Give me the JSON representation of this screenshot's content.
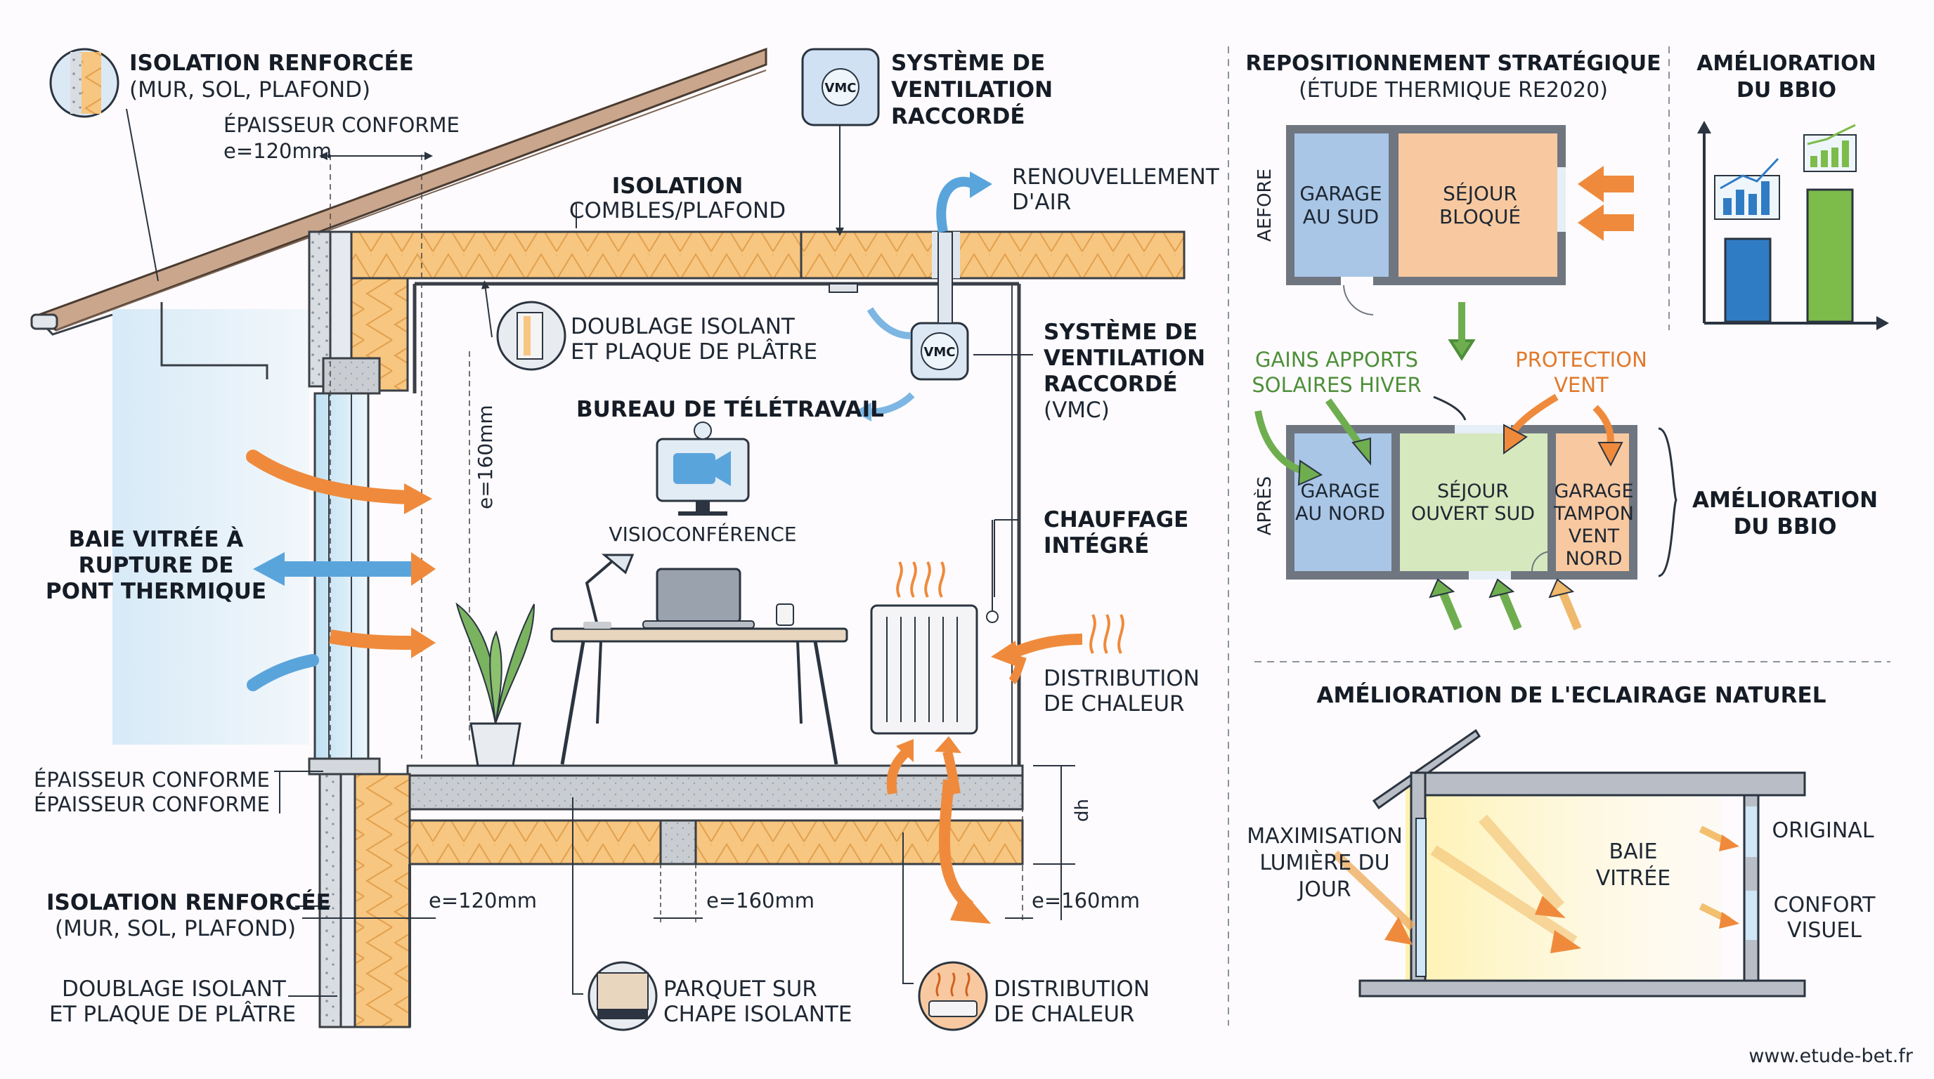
{
  "left": {
    "iso_top_title": "ISOLATION RENFORCÉE",
    "iso_top_sub": "(MUR, SOL, PLAFOND)",
    "epaisseur_top_1": "ÉPAISSEUR CONFORME",
    "epaisseur_top_2": "e=120mm",
    "combles_title": "ISOLATION",
    "combles_sub": "COMBLES/PLAFOND",
    "vmc_top_1": "SYSTÈME DE",
    "vmc_top_2": "VENTILATION",
    "vmc_top_3": "RACCORDÉ",
    "renouv_1": "RENOUVELLEMENT",
    "renouv_2": "D'AIR",
    "doublage_1": "DOUBLAGE ISOLANT",
    "doublage_2": "ET PLAQUE DE PLÂTRE",
    "vmc_right_1": "SYSTÈME DE",
    "vmc_right_2": "VENTILATION",
    "vmc_right_3": "RACCORDÉ",
    "vmc_right_4": "(VMC)",
    "bureau": "BUREAU DE TÉLÉTRAVAIL",
    "e160_vertical": "e=160mm",
    "visio": "VISIOCONFÉRENCE",
    "baie_1": "BAIE VITRÉE À",
    "baie_2": "RUPTURE DE",
    "baie_3": "PONT THERMIQUE",
    "chauffage_1": "CHAUFFAGE",
    "chauffage_2": "INTÉGRÉ",
    "distrib_mid_1": "DISTRIBUTION",
    "distrib_mid_2": "DE CHALEUR",
    "epaisseur_bot_1": "ÉPAISSEUR CONFORME",
    "epaisseur_bot_2": "ÉPAISSEUR CONFORME",
    "dh": "dh",
    "iso_bot_title": "ISOLATION RENFORCÉE",
    "iso_bot_sub": "(MUR, SOL, PLAFOND)",
    "e120_bottom": "e=120mm",
    "e160_bottom_1": "e=160mm",
    "e160_bottom_2": "e=160mm",
    "doublage_bot_1": "DOUBLAGE ISOLANT",
    "doublage_bot_2": "ET PLAQUE DE PLÂTRE",
    "parquet_1": "PARQUET SUR",
    "parquet_2": "CHAPE ISOLANTE",
    "distrib_bot_1": "DISTRIBUTION",
    "distrib_bot_2": "DE CHALEUR",
    "vmc_icon": "VMC"
  },
  "right": {
    "repos_title": "REPOSITIONNEMENT STRATÉGIQUE",
    "repos_sub": "(ÉTUDE THERMIQUE RE2020)",
    "bbio_top_1": "AMÉLIORATION",
    "bbio_top_2": "DU BBIO",
    "aefore": "AEFORE",
    "garage_sud_1": "GARAGE",
    "garage_sud_2": "AU SUD",
    "sejour_bloque_1": "SÉJOUR",
    "sejour_bloque_2": "BLOQUÉ",
    "gains_1": "GAINS APPORTS",
    "gains_2": "SOLAIRES HIVER",
    "protection_1": "PROTECTION",
    "protection_2": "VENT",
    "apres": "APRÈS",
    "garage_nord_1": "GARAGE",
    "garage_nord_2": "AU NORD",
    "sejour_ouvert_1": "SÉJOUR",
    "sejour_ouvert_2": "OUVERT SUD",
    "tampon_1": "GARAGE",
    "tampon_2": "TAMPON",
    "tampon_3": "VENT",
    "tampon_4": "NORD",
    "bbio_mid_1": "AMÉLIORATION",
    "bbio_mid_2": "DU BBIO",
    "eclairage_title": "AMÉLIORATION DE L'ECLAIRAGE NATUREL",
    "max_1": "MAXIMISATION",
    "max_2": "LUMIÈRE DU",
    "max_3": "JOUR",
    "baie_1": "BAIE",
    "baie_2": "VITRÉE",
    "original": "ORIGINAL",
    "confort_1": "CONFORT",
    "confort_2": "VISUEL"
  },
  "footer": {
    "url": "www.etude-bet.fr"
  },
  "colors": {
    "insulation": "#f6c27a",
    "wall_gray": "#b9bec6",
    "arrow_blue": "#5aa4dc",
    "arrow_orange": "#ef8a3c",
    "green": "#6fae4f",
    "garage_blue": "#a9c6e6",
    "sejour_orange": "#f8c9a0",
    "sejour_green": "#d6e8bd"
  }
}
